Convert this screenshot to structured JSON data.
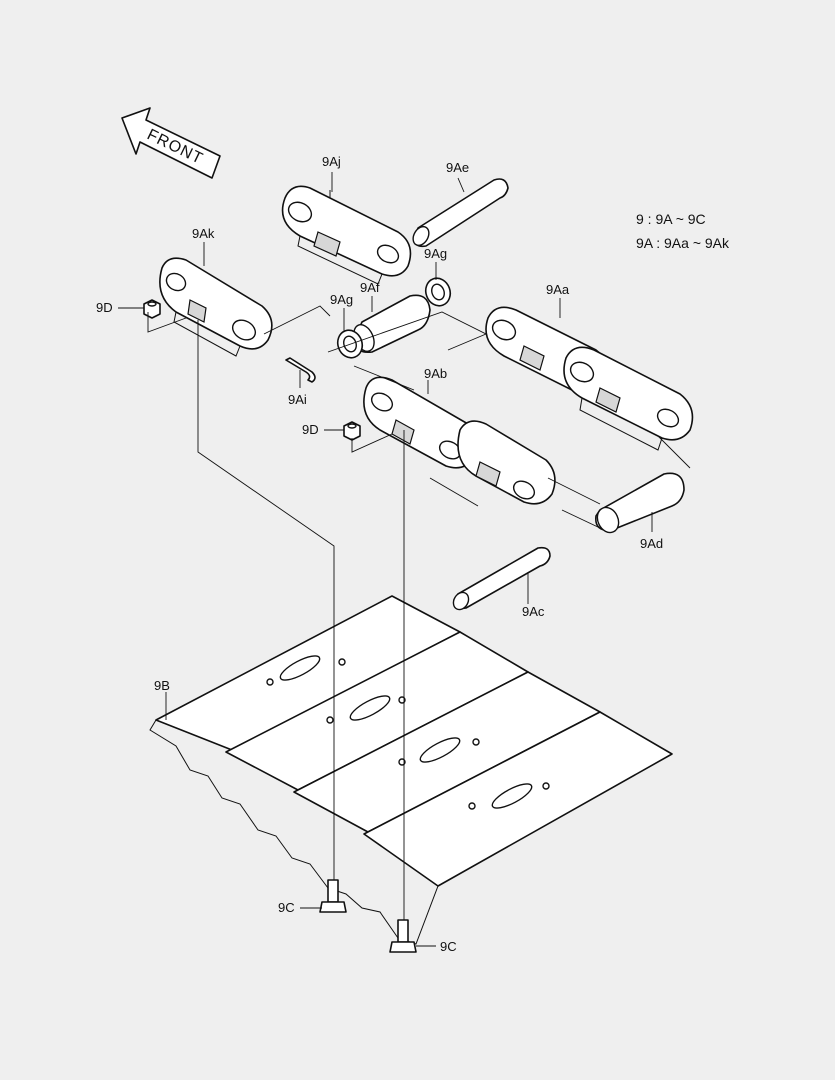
{
  "front_label": "FRONT",
  "legend": {
    "line1": "9 : 9A ~ 9C",
    "line2": "9A : 9Aa ~ 9Ak"
  },
  "callouts": {
    "c9Aj": "9Aj",
    "c9Ae": "9Ae",
    "c9Ak": "9Ak",
    "c9Ag_top": "9Ag",
    "c9Ag_left": "9Ag",
    "c9Af": "9Af",
    "c9Aa": "9Aa",
    "c9D_top": "9D",
    "c9D_mid": "9D",
    "c9Ai": "9Ai",
    "c9Ab": "9Ab",
    "c9Ad": "9Ad",
    "c9Ac": "9Ac",
    "c9B": "9B",
    "c9C_left": "9C",
    "c9C_right": "9C"
  }
}
